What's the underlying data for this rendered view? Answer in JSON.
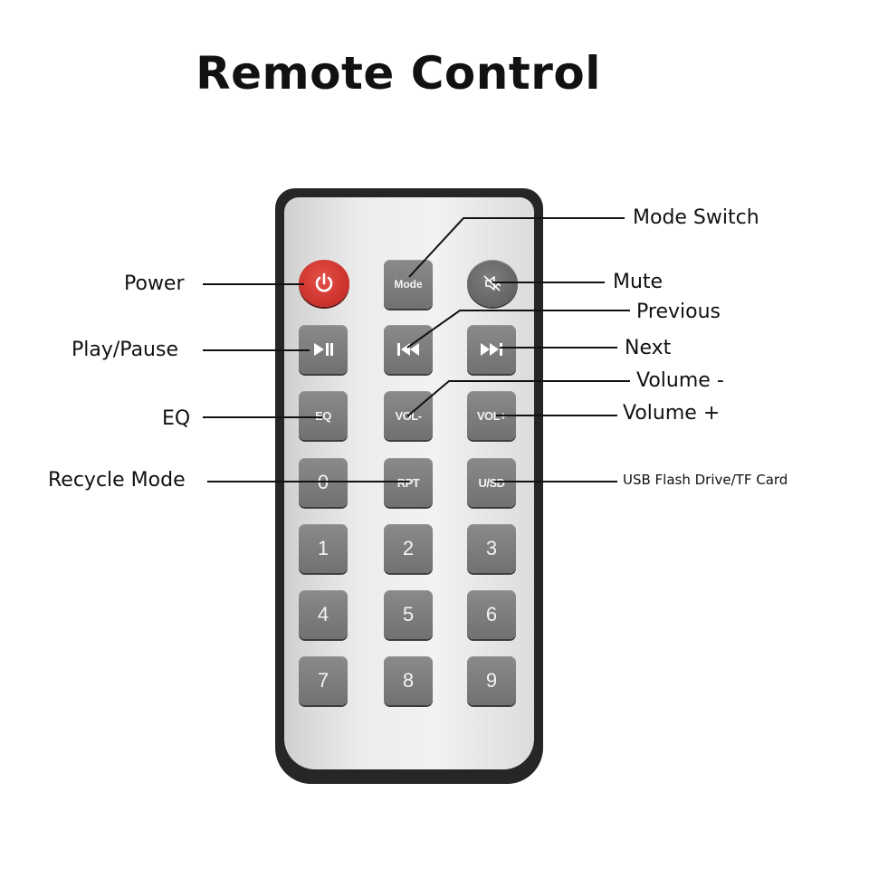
{
  "title": "Remote Control",
  "labels": {
    "power": "Power",
    "play_pause": "Play/Pause",
    "eq": "EQ",
    "recycle_mode": "Recycle Mode",
    "mode_switch": "Mode Switch",
    "mute": "Mute",
    "previous": "Previous",
    "next": "Next",
    "volume_minus": "Volume -",
    "volume_plus": "Volume +",
    "usb_tf": "USB Flash Drive/TF Card"
  },
  "buttons": {
    "mode": "Mode",
    "eq": "EQ",
    "vol_minus": "VOL-",
    "vol_plus": "VOL+",
    "zero": "0",
    "rpt": "RPT",
    "usd": "U/SD",
    "n1": "1",
    "n2": "2",
    "n3": "3",
    "n4": "4",
    "n5": "5",
    "n6": "6",
    "n7": "7",
    "n8": "8",
    "n9": "9"
  },
  "colors": {
    "power_button": "#c9302a",
    "button_gray": "#7a7a7a",
    "remote_body": "#262626",
    "remote_face": "#e8e8e8"
  },
  "icons": {
    "power": "power-icon",
    "mute": "speaker-mute-icon",
    "play_pause": "play-pause-icon",
    "previous": "skip-previous-icon",
    "next": "skip-next-icon"
  }
}
